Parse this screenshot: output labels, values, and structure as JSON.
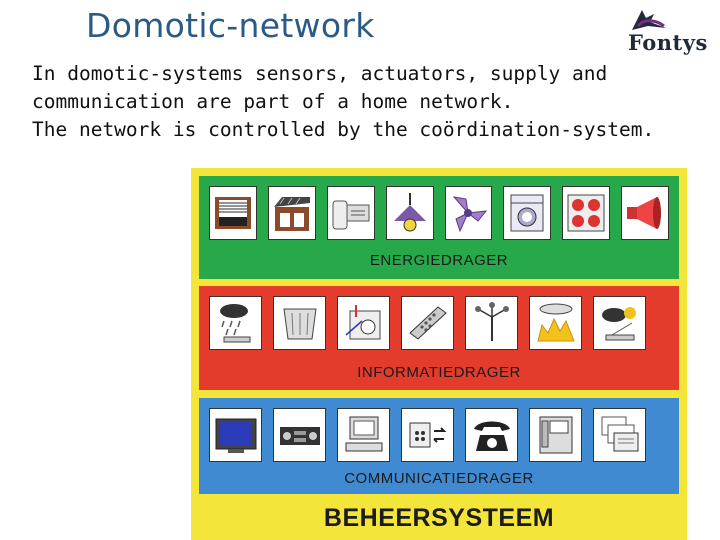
{
  "slide": {
    "title": "Domotic-network",
    "logo_text": "Fontys",
    "intro_lines": [
      "In domotic-systems sensors, actuators, supply and",
      "communication are part of a home network.",
      "The network is controlled by the coördination-system."
    ]
  },
  "diagram": {
    "bands": [
      {
        "label": "ENERGIEDRAGER",
        "color": "#27a84b",
        "icons": [
          "shutter-icon",
          "awning-icon",
          "heater-icon",
          "ceiling-lamp-icon",
          "fan-icon",
          "washing-machine-icon",
          "cooktop-icon",
          "siren-icon"
        ]
      },
      {
        "label": "INFORMATIEDRAGER",
        "color": "#e33b2c",
        "icons": [
          "rain-sensor-icon",
          "motion-detector-icon",
          "thermostat-icon",
          "remote-control-icon",
          "wind-meter-icon",
          "smoke-detector-icon",
          "light-sensor-icon"
        ]
      },
      {
        "label": "COMMUNICATIEDRAGER",
        "color": "#3f8ad1",
        "icons": [
          "television-icon",
          "stereo-icon",
          "computer-icon",
          "network-socket-icon",
          "telephone-icon",
          "intercom-icon",
          "fax-icon"
        ]
      }
    ],
    "footer": "BEHEERSYSTEEM",
    "background_color": "#f3e53a"
  }
}
